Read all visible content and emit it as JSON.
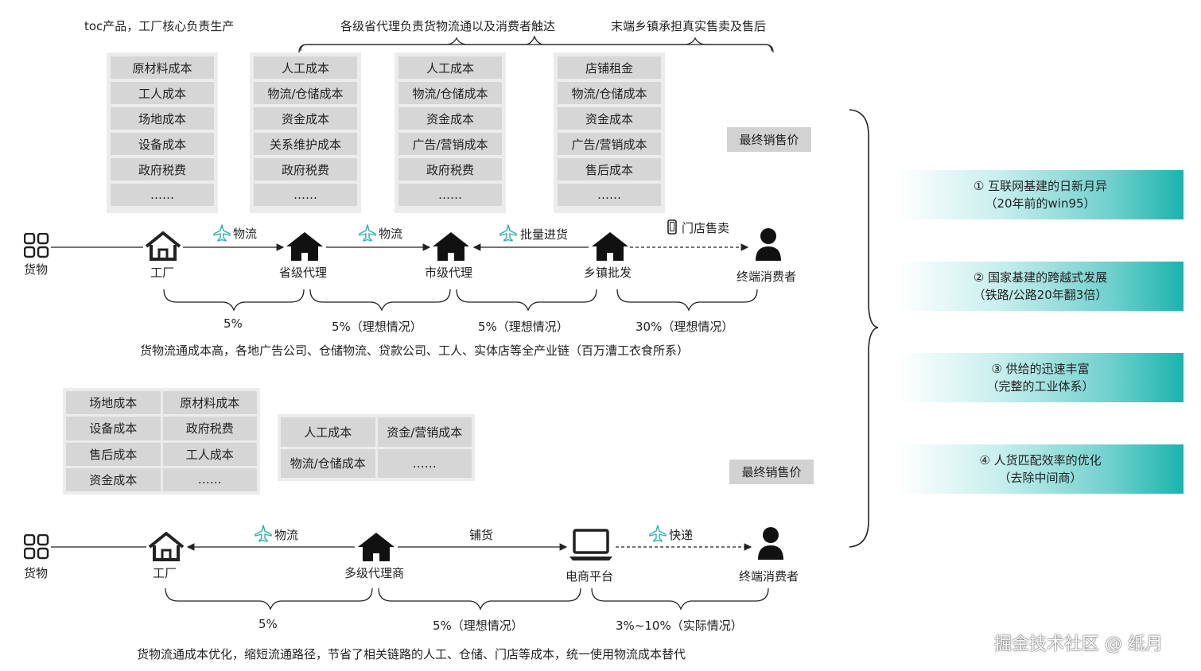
{
  "headers": {
    "toc": "toc产品，工厂核心负责生产",
    "province": "各级省代理负责货物流通以及消费者触达",
    "township": "末端乡镇承担真实售卖及售后"
  },
  "top_cost_columns": [
    [
      "原材料成本",
      "工人成本",
      "场地成本",
      "设备成本",
      "政府税费",
      "……"
    ],
    [
      "人工成本",
      "物流/仓储成本",
      "资金成本",
      "关系维护成本",
      "政府税费",
      "……"
    ],
    [
      "人工成本",
      "物流/仓储成本",
      "资金成本",
      "广告/营销成本",
      "政府税费",
      "……"
    ],
    [
      "店铺租金",
      "物流/仓储成本",
      "资金成本",
      "广告/营销成本",
      "售后成本",
      "……"
    ]
  ],
  "final_price": "最终销售价",
  "top_flow": {
    "goods": "货物",
    "nodes": [
      "工厂",
      "省级代理",
      "市级代理",
      "乡镇批发",
      "终端消费者"
    ],
    "edges": [
      "物流",
      "物流",
      "批量进货",
      "门店售卖"
    ],
    "segments": [
      "5%",
      "5%（理想情况）",
      "5%（理想情况）",
      "30%（理想情况）"
    ],
    "summary": "货物流通成本高，各地广告公司、仓储物流、贷款公司、工人、实体店等全产业链（百万漕工衣食所系）"
  },
  "bottom_cost_grid_left": [
    "场地成本",
    "原材料成本",
    "设备成本",
    "政府税费",
    "售后成本",
    "工人成本",
    "资金成本",
    "……"
  ],
  "bottom_cost_grid_right": [
    "人工成本",
    "资金/营销成本",
    "物流/仓储成本",
    "……"
  ],
  "bottom_flow": {
    "goods": "货物",
    "nodes": [
      "工厂",
      "多级代理商",
      "电商平台",
      "终端消费者"
    ],
    "edges": [
      "物流",
      "铺货",
      "快递"
    ],
    "segments": [
      "5%",
      "5%（理想情况）",
      "3%~10%（实际情况）"
    ],
    "summary": "货物流通成本优化，缩短流通路径，节省了相关链路的人工、仓储、门店等成本，统一使用物流成本替代"
  },
  "factors": [
    {
      "title": "① 互联网基建的日新月异",
      "sub": "（20年前的win95）"
    },
    {
      "title": "② 国家基建的跨越式发展",
      "sub": "（铁路/公路20年翻3倍）"
    },
    {
      "title": "③ 供给的迅速丰富",
      "sub": "（完整的工业体系）"
    },
    {
      "title": "④ 人货匹配效率的优化",
      "sub": "（去除中间商）"
    }
  ],
  "watermark": "掘金技术社区 @ 纸月",
  "icons": [
    "grid-icon",
    "factory-icon",
    "house-icon",
    "user-icon",
    "airplane-icon",
    "phone-icon",
    "laptop-icon"
  ]
}
